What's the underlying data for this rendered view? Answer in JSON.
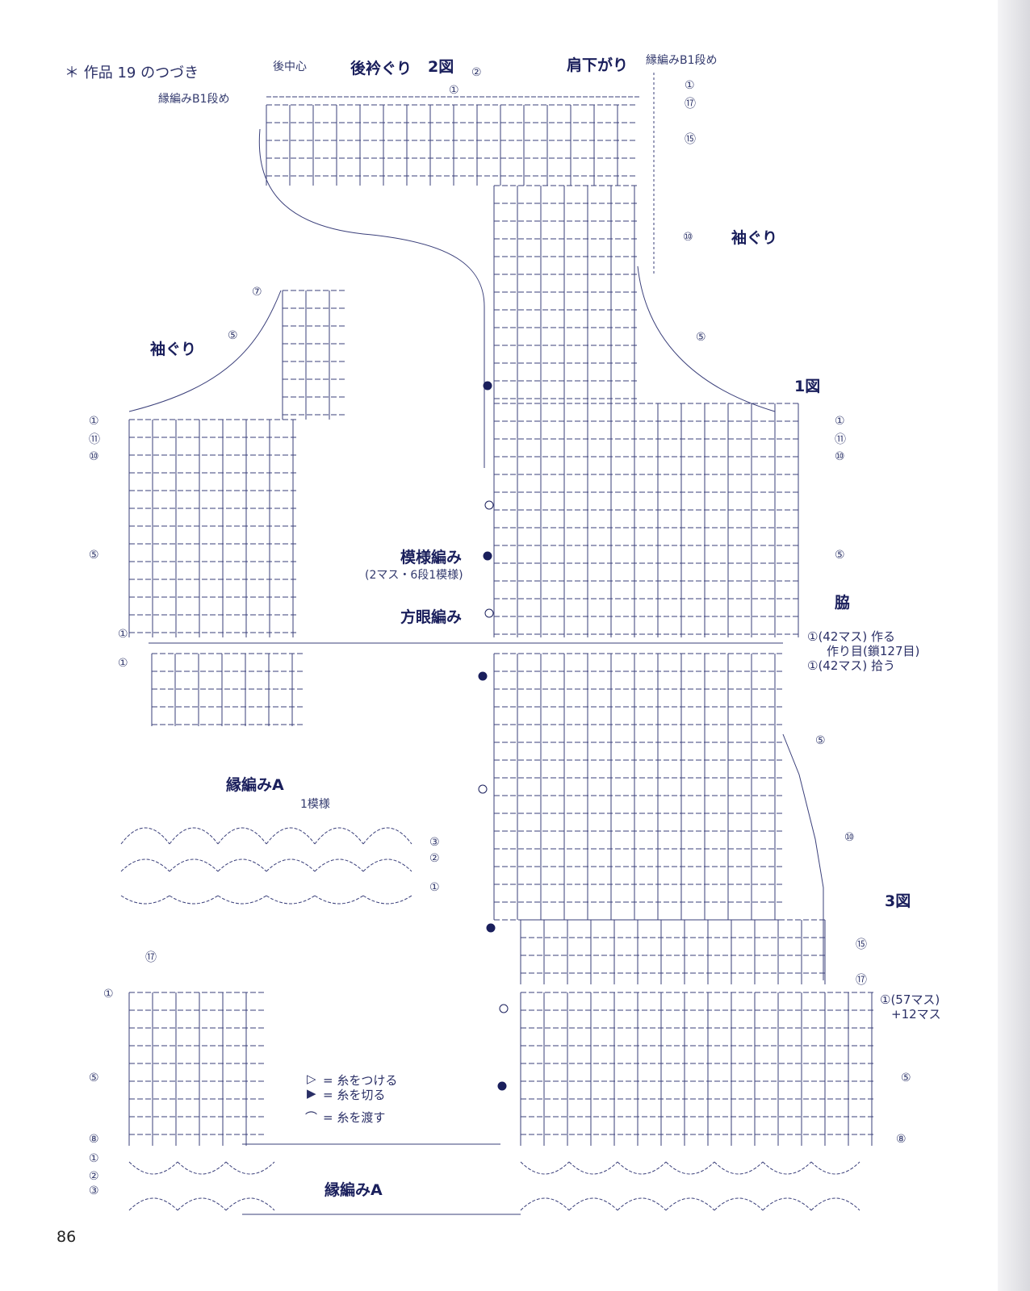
{
  "header": {
    "continuation": "＊ 作品 19 のつづき",
    "center_back": "後中心",
    "edge_b_top_left": "縁編みB1段め",
    "back_neck": "後衿ぐり",
    "fig2": "2図",
    "shoulder_slope": "肩下がり",
    "edge_b_top_right": "縁編みB1段め"
  },
  "labels": {
    "armhole_right": "袖ぐり",
    "armhole_left": "袖ぐり",
    "fig1": "1図",
    "pattern_stitch": "模様編み",
    "pattern_stitch_note": "(2マス・6段1模様)",
    "filet_stitch": "方眼編み",
    "side": "脇",
    "make_42": "①(42マス) 作る",
    "foundation": "作り目(鎖127目)",
    "pick_42": "①(42マス) 拾う",
    "fig3": "3図",
    "row57": "①(57マス)",
    "plus12": "+12マス",
    "edge_a_top": "縁編みA",
    "one_repeat": "1模様",
    "edge_a_bottom": "縁編みA"
  },
  "row_markers": {
    "r1": "①",
    "r2": "②",
    "r3": "③",
    "r5": "⑤",
    "r7": "⑦",
    "r8": "⑧",
    "r10": "⑩",
    "r11": "⑪",
    "r15": "⑮",
    "r17": "⑰"
  },
  "legend": {
    "attach_symbol": "▷",
    "attach": "= 糸をつける",
    "cut_symbol": "▶",
    "cut": "= 糸を切る",
    "carry_symbol": "⌒",
    "carry": "= 糸を渡す"
  },
  "page_number": "86",
  "colors": {
    "ink": "#1a1f5c",
    "paper": "#ffffff"
  }
}
